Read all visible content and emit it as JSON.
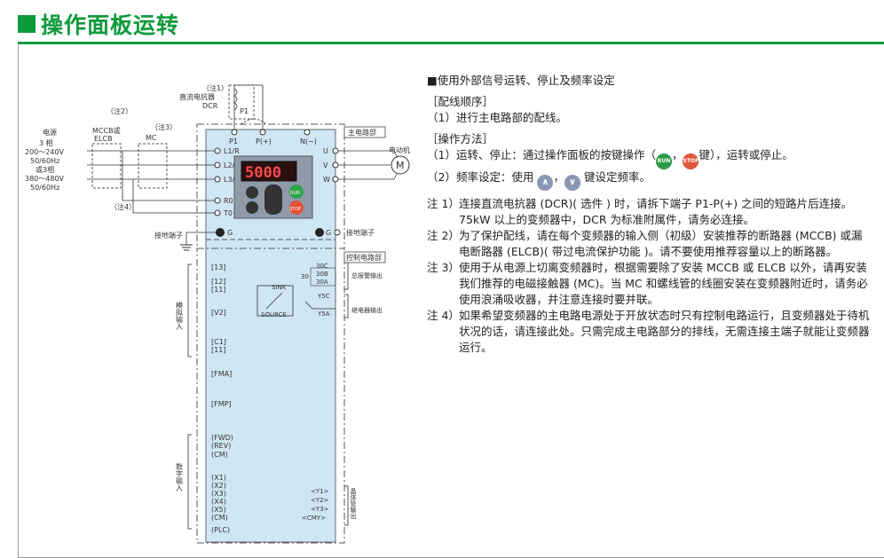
{
  "title": "操作面板运转",
  "panel": {
    "heading": "■使用外部信号运转、停止及频率设定",
    "wiring_head": "［配线顺序］",
    "wiring_1": "（1）进行主电路部的配线。",
    "method_head": "［操作方法］",
    "method_1a": "（1）运转、停止：通过操作面板的按键操作（",
    "method_1b": "，",
    "method_1c": "键），运转或停止。",
    "method_2a": "（2）频率设定：使用",
    "method_2b": "，",
    "method_2c": "键设定频率。",
    "key_run": "RUN",
    "key_stop": "STOP",
    "key_up": "∧",
    "key_down": "∨",
    "notes": [
      {
        "label": "注 1）",
        "text": "连接直流电抗器 (DCR)( 选件 ) 时，请拆下端子 P1-P(+) 之间的短路片后连接。75kW 以上的变频器中，DCR 为标准附属件，请务必连接。"
      },
      {
        "label": "注 2）",
        "text": "为了保护配线，请在每个变频器的输入侧（初级）安装推荐的断路器 (MCCB) 或漏电断路器 (ELCB)( 带过电流保护功能 )。请不要使用推荐容量以上的断路器。"
      },
      {
        "label": "注 3）",
        "text": "使用于从电源上切离变频器时，根据需要除了安装 MCCB 或 ELCB 以外，请再安装我们推荐的电磁接触器 (MC)。当 MC 和螺线管的线圈安装在变频器附近时，请务必使用浪涌吸收器，并注意连接时要并联。"
      },
      {
        "label": "注 4）",
        "text": "如果希望变频器的主电路电源处于开放状态时只有控制电路运行，且变频器处于待机状况的话，请连接此处。只需完成主电路部分的排线，无需连接主端子就能让变频器运行。"
      }
    ]
  },
  "diagram": {
    "power_label": "电源",
    "phase_label": "3 相",
    "v1": "200～240V",
    "f1": "50/60Hz",
    "or_label": "或3相",
    "v2": "380～480V",
    "f2": "50/60Hz",
    "note2": "（注2）",
    "note3": "（注3）",
    "note4": "（注4）",
    "note1": "（注1）",
    "mccb": "MCCB或",
    "elcb": "ELCB",
    "mc": "MC",
    "dcr1": "直流电抗器",
    "dcr2": "DCR",
    "p1_short": "P1",
    "t_p1": "P1",
    "t_p": "P(+)",
    "t_n": "N(−)",
    "main_circuit": "主电路部",
    "control_circuit": "控制电路部",
    "t_l1": "L1/R",
    "t_l2": "L2/S",
    "t_l3": "L3/T",
    "t_r0": "R0",
    "t_t0": "T0",
    "t_g": "G",
    "t_u": "U",
    "t_v": "V",
    "t_w": "W",
    "motor": "电动机",
    "motor_m": "M",
    "ground_left": "接地端子",
    "ground_right": "接地端子",
    "display": "5000",
    "btn_run": "RUN",
    "btn_stop": "STOP",
    "c13": "[13]",
    "c12": "[12]",
    "c11a": "[11]",
    "cv2": "[V2]",
    "cc1": "[C1]",
    "c11b": "[11]",
    "cfma": "[FMA]",
    "cfmp": "[FMP]",
    "analog_in": "模拟输入",
    "digital_in": "数字输入",
    "fwd": "(FWD)",
    "rev": "(REV)",
    "cm1": "(CM)",
    "x1": "(X1)",
    "x2": "(X2)",
    "x3": "(X3)",
    "x4": "(X4)",
    "x5": "(X5)",
    "cm2": "(CM)",
    "plc": "(PLC)",
    "sink": "SINK",
    "source": "SOURCE",
    "r30c": "30C",
    "r30b": "30B",
    "r30a": "30A",
    "r30": "30",
    "alarm_out": "总报警输出",
    "y5c": "Y5C",
    "y5a": "Y5A",
    "relay_out": "继电器输出",
    "y1": "<Y1>",
    "y2": "<Y2>",
    "y3": "<Y3>",
    "cmy": "<CMY>",
    "transistor_out": "晶体管输出"
  }
}
